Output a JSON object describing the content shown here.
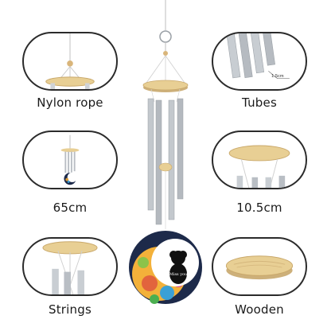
{
  "features": {
    "nylon_rope": {
      "label": "Nylon rope",
      "icon": "nylon-rope-icon"
    },
    "tubes": {
      "label": "Tubes",
      "icon": "tubes-icon",
      "callout": "1.5cm"
    },
    "length": {
      "label": "65cm",
      "icon": "chime-length-icon"
    },
    "diameter": {
      "label": "10.5cm",
      "icon": "top-ring-icon"
    },
    "strings": {
      "label": "Strings",
      "icon": "strings-icon"
    },
    "wooden": {
      "label": "Wooden",
      "icon": "wooden-disc-icon"
    }
  },
  "pendant": {
    "text": "Miss you"
  },
  "colors": {
    "outline": "#2b2b2b",
    "wood": "#e8cf94",
    "metal": "#b9bec4",
    "moon_navy": "#1d2a4a"
  }
}
